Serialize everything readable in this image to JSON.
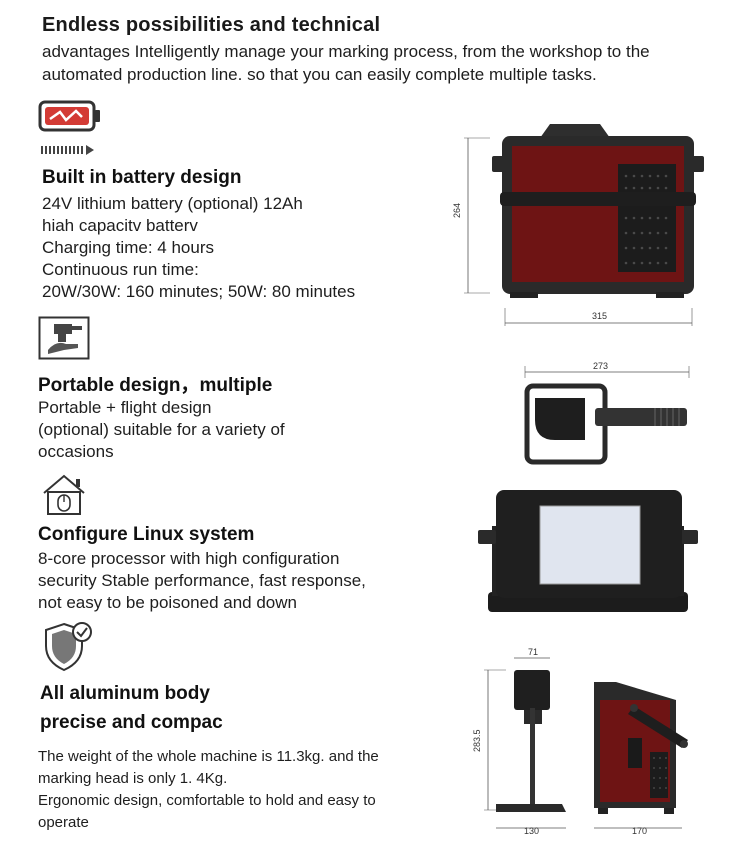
{
  "header": {
    "title": "Endless possibilities and technical",
    "line1": "advantages Intelligently manage your marking process, from the workshop to the",
    "line2": "automated production line. so that you can easily complete multiple tasks."
  },
  "battery": {
    "icon": "battery-icon",
    "heading": "Built in battery design",
    "lines": [
      "24V lithium battery (optional) 12Ah",
      "hiah capacitv batterv",
      "Charging time: 4 hours",
      "Continuous run time:",
      "20W/30W: 160 minutes; 50W: 80 minutes"
    ]
  },
  "portable": {
    "icon": "hand-holding-device-icon",
    "heading": "Portable design，multiple",
    "lines": [
      "Portable + flight design",
      "(optional) suitable for a variety of",
      "occasions"
    ]
  },
  "linux": {
    "icon": "home-mouse-icon",
    "heading": "Configure Linux system",
    "lines": [
      "8-core processor with high configuration",
      "security Stable performance, fast response,",
      "not easy to be poisoned and down"
    ]
  },
  "aluminum": {
    "icon": "shield-check-icon",
    "heading1": "All aluminum body",
    "heading2": "precise and compac",
    "lines": [
      "The weight of the whole machine is 11.3kg. and the",
      "marking head is only 1. 4Kg.",
      "Ergonomic design, comfortable to hold and easy to",
      "operate"
    ]
  },
  "dimensions": {
    "front_height": "264",
    "front_width": "315",
    "top_width": "273",
    "head_width": "71",
    "stand_height": "283.5",
    "stand_base": "130",
    "side_width": "170"
  },
  "colors": {
    "body_red": "#6e1414",
    "dark_frame": "#2a2a2a",
    "battery_red": "#d33b35"
  }
}
